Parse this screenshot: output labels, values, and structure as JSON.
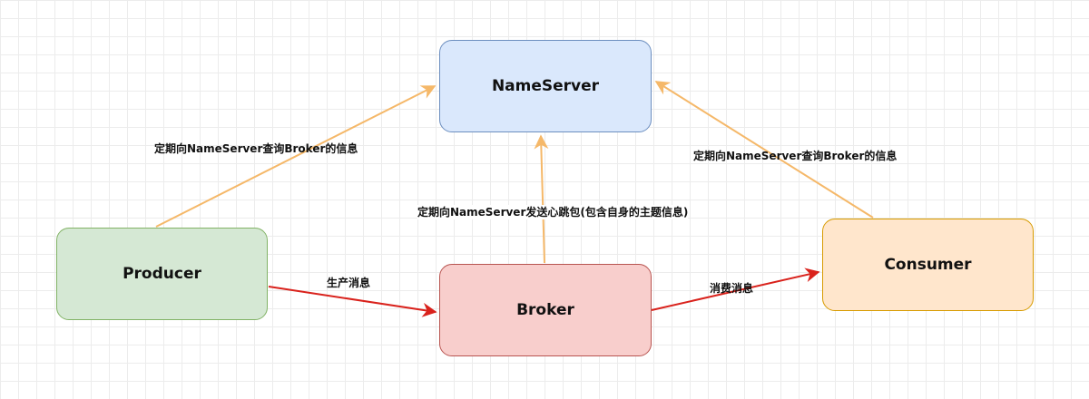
{
  "colors": {
    "nameserver_fill": "#dae8fc",
    "nameserver_stroke": "#6c8ebf",
    "producer_fill": "#d5e8d4",
    "producer_stroke": "#82b366",
    "broker_fill": "#f8cecc",
    "broker_stroke": "#b85450",
    "consumer_fill": "#ffe6cc",
    "consumer_stroke": "#d79b00",
    "query_arrow": "#f5b869",
    "data_arrow": "#d9221c"
  },
  "nodes": {
    "nameserver": "NameServer",
    "producer": "Producer",
    "broker": "Broker",
    "consumer": "Consumer"
  },
  "edges": {
    "producer_query": "定期向NameServer查询Broker的信息",
    "consumer_query": "定期向NameServer查询Broker的信息",
    "broker_heartbeat": "定期向NameServer发送心跳包(包含自身的主题信息)",
    "produce": "生产消息",
    "consume": "消费消息"
  }
}
